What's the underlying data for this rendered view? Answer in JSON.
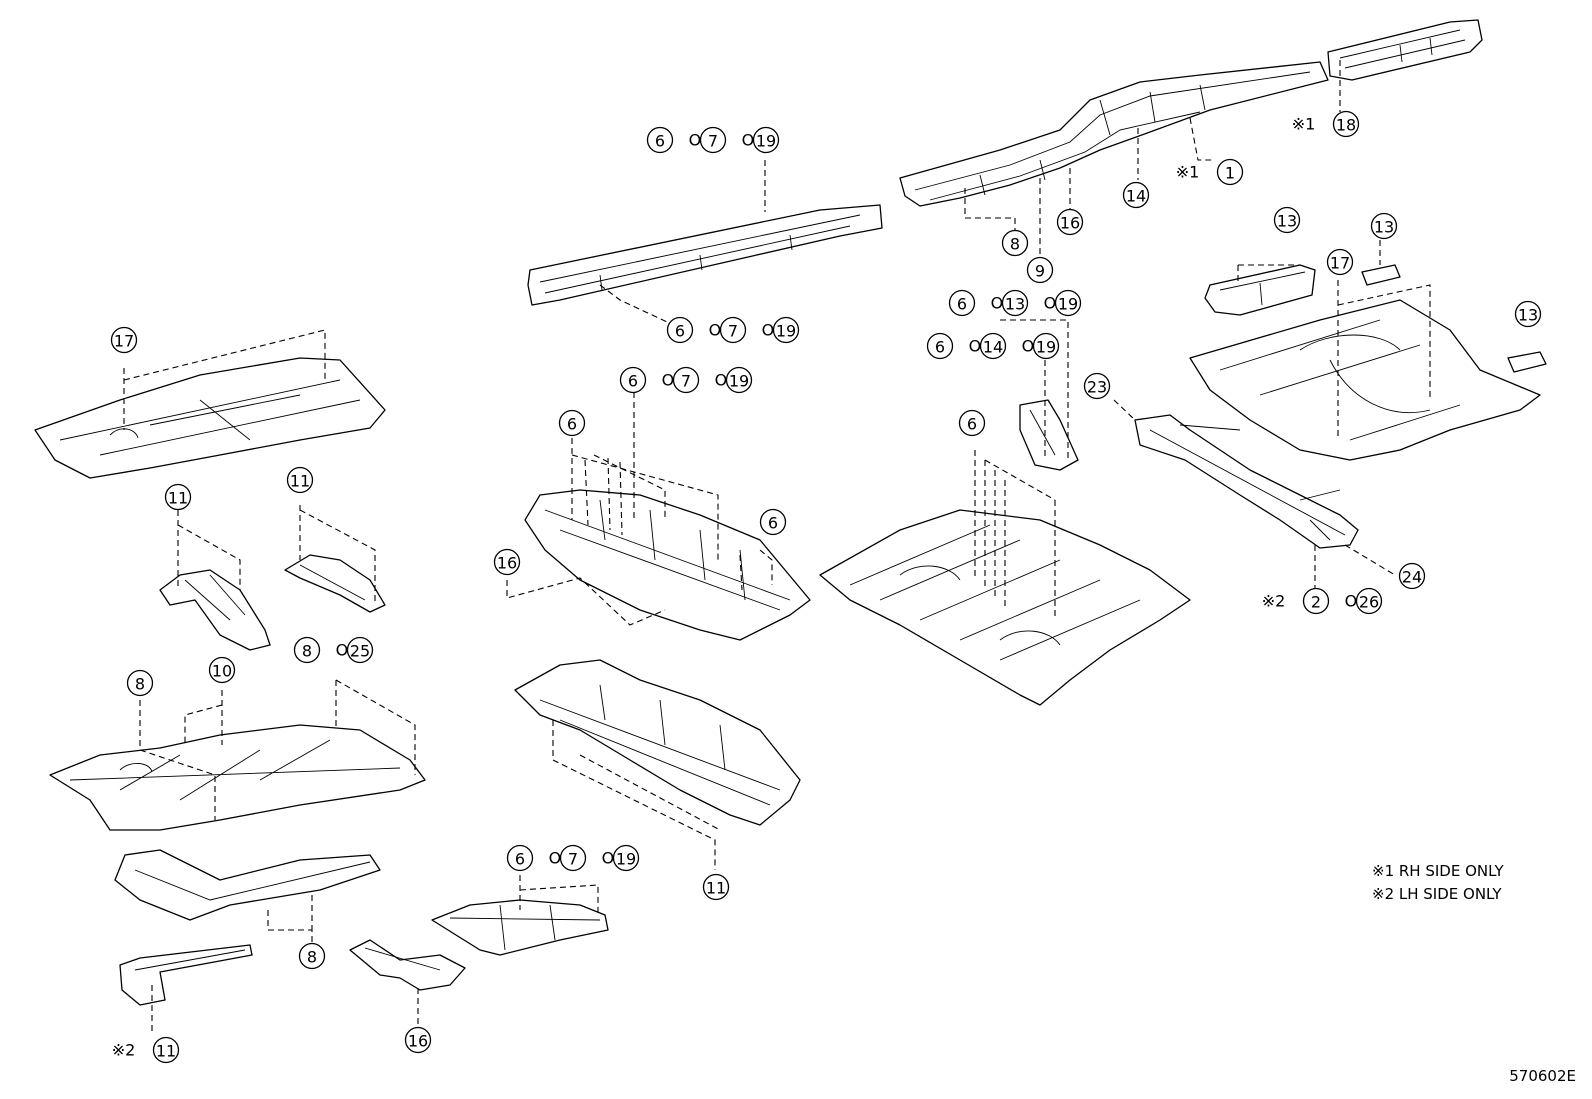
{
  "callouts": [
    {
      "id": "c-18",
      "marker": "※1",
      "parts": [
        "18"
      ]
    },
    {
      "id": "c-1",
      "marker": "※1",
      "parts": [
        "1"
      ]
    },
    {
      "id": "c-14",
      "parts": [
        "14"
      ]
    },
    {
      "id": "c-16a",
      "parts": [
        "16"
      ]
    },
    {
      "id": "c-8a",
      "parts": [
        "8"
      ]
    },
    {
      "id": "c-9",
      "parts": [
        "9"
      ]
    },
    {
      "id": "c-top-a",
      "parts": [
        "6",
        "7",
        "19"
      ]
    },
    {
      "id": "c-top-b",
      "parts": [
        "6",
        "7",
        "19"
      ]
    },
    {
      "id": "c-13a",
      "parts": [
        "13"
      ]
    },
    {
      "id": "c-13b",
      "parts": [
        "13"
      ]
    },
    {
      "id": "c-13c",
      "parts": [
        "13"
      ]
    },
    {
      "id": "c-17a",
      "parts": [
        "17"
      ]
    },
    {
      "id": "c-6-13-19",
      "parts": [
        "6",
        "13",
        "19"
      ]
    },
    {
      "id": "c-6-14-19",
      "parts": [
        "6",
        "14",
        "19"
      ]
    },
    {
      "id": "c-23",
      "parts": [
        "23"
      ]
    },
    {
      "id": "c-24",
      "parts": [
        "24"
      ]
    },
    {
      "id": "c-2-26",
      "marker": "※2",
      "parts": [
        "2",
        "26"
      ]
    },
    {
      "id": "c-6b",
      "parts": [
        "6"
      ]
    },
    {
      "id": "c-17b",
      "parts": [
        "17"
      ]
    },
    {
      "id": "c-11a",
      "parts": [
        "11"
      ]
    },
    {
      "id": "c-11b",
      "parts": [
        "11"
      ]
    },
    {
      "id": "c-mid-a",
      "parts": [
        "6",
        "7",
        "19"
      ]
    },
    {
      "id": "c-6c",
      "parts": [
        "6"
      ]
    },
    {
      "id": "c-6d",
      "parts": [
        "6"
      ]
    },
    {
      "id": "c-16b",
      "parts": [
        "16"
      ]
    },
    {
      "id": "c-8b",
      "parts": [
        "8"
      ]
    },
    {
      "id": "c-10",
      "parts": [
        "10"
      ]
    },
    {
      "id": "c-8-25",
      "parts": [
        "8",
        "25"
      ]
    },
    {
      "id": "c-11c",
      "parts": [
        "11"
      ]
    },
    {
      "id": "c-mid-b",
      "parts": [
        "6",
        "7",
        "19"
      ]
    },
    {
      "id": "c-8c",
      "parts": [
        "8"
      ]
    },
    {
      "id": "c-16c",
      "parts": [
        "16"
      ]
    },
    {
      "id": "c-11d",
      "marker": "※2",
      "parts": [
        "11"
      ]
    }
  ],
  "or_label": "OR",
  "notes": {
    "rh": "※1 RH SIDE ONLY",
    "lh": "※2 LH SIDE ONLY"
  },
  "drawing_code": "570602E"
}
